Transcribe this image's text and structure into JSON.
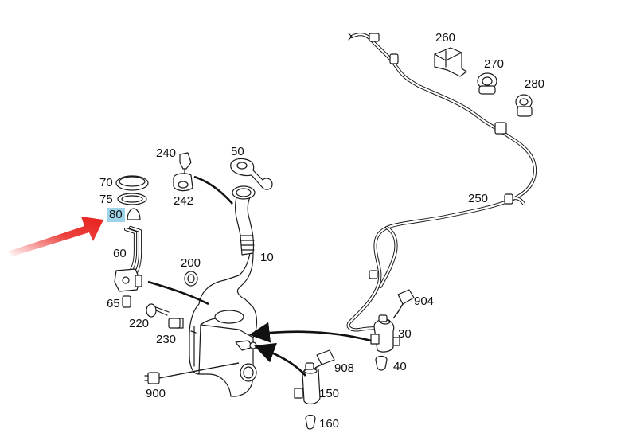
{
  "diagram": {
    "labels": {
      "p10": "10",
      "p30": "30",
      "p40": "40",
      "p50": "50",
      "p60": "60",
      "p65": "65",
      "p70": "70",
      "p75": "75",
      "p80": "80",
      "p150": "150",
      "p160": "160",
      "p200": "200",
      "p220": "220",
      "p230": "230",
      "p240": "240",
      "p242": "242",
      "p250": "250",
      "p260": "260",
      "p270": "270",
      "p280": "280",
      "p900": "900",
      "p904": "904",
      "p908": "908"
    },
    "highlighted_part": "80",
    "colors": {
      "highlight": "#9fd3ea",
      "pointer_arrow": "#e8201c",
      "line": "#1a1a1a"
    },
    "icons": [
      "pointer-arrow-icon"
    ]
  }
}
